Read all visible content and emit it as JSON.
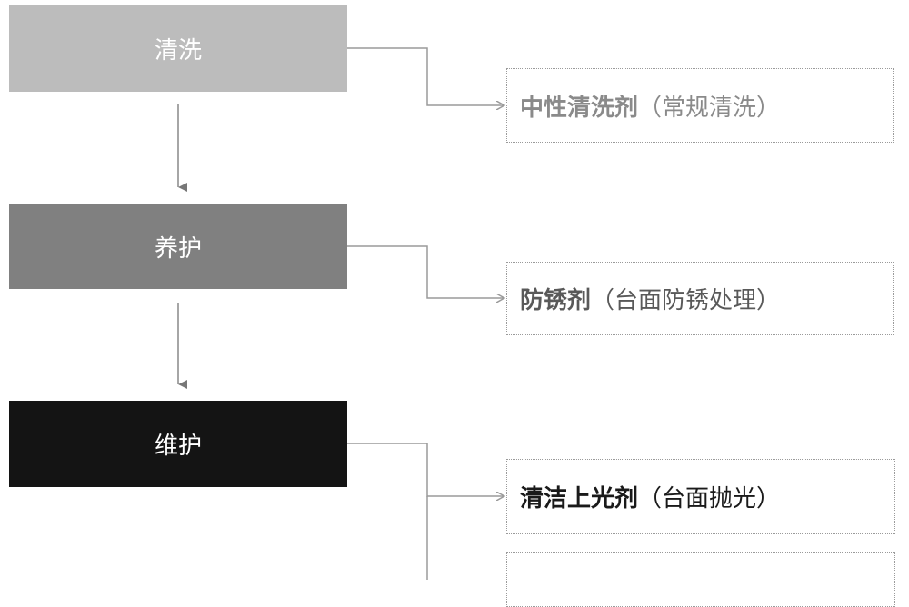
{
  "steps": [
    {
      "label": "清洗",
      "color": "#bcbcbc"
    },
    {
      "label": "养护",
      "color": "#808080"
    },
    {
      "label": "维护",
      "color": "#141414"
    }
  ],
  "options": [
    {
      "name": "中性清洗剂",
      "note": "（常规清洗）",
      "color": "#8a8a8a"
    },
    {
      "name": "防锈剂",
      "note": "（台面防锈处理）",
      "color": "#595959"
    },
    {
      "name": "清洁上光剂",
      "note": "（台面抛光）",
      "color": "#1a1a1a"
    },
    {
      "name": "",
      "note": "",
      "color": "#1a1a1a"
    }
  ],
  "connector_color": "#9a9a9a"
}
